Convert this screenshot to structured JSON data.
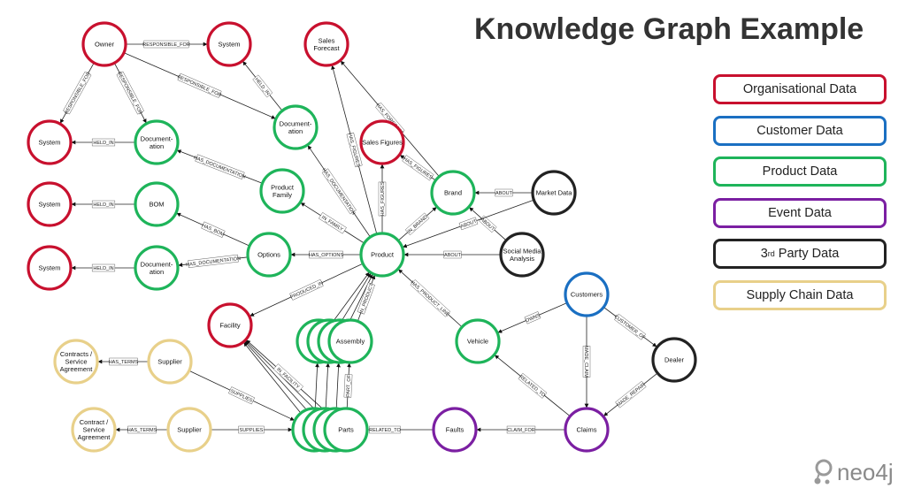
{
  "title": "Knowledge Graph Example",
  "colors": {
    "org": "#c8102e",
    "customer": "#1a6fc2",
    "product": "#1eb45a",
    "event": "#7b1fa2",
    "party": "#222222",
    "supply": "#e8d08a"
  },
  "legend": [
    {
      "key": "org",
      "label": "Organisational Data"
    },
    {
      "key": "customer",
      "label": "Customer Data"
    },
    {
      "key": "product",
      "label": "Product Data"
    },
    {
      "key": "event",
      "label": "Event Data"
    },
    {
      "key": "party",
      "label": "3",
      "sup": "rd",
      "rest": " Party Data"
    },
    {
      "key": "supply",
      "label": "Supply Chain Data"
    }
  ],
  "logo": {
    "text": "neo4j",
    "icon": "neo4j-logo-icon"
  },
  "nodes": [
    {
      "id": "owner",
      "label": [
        "Owner"
      ],
      "cat": "org"
    },
    {
      "id": "system_top",
      "label": [
        "System"
      ],
      "cat": "org"
    },
    {
      "id": "sales_forecast",
      "label": [
        "Sales",
        "Forecast"
      ],
      "cat": "org"
    },
    {
      "id": "system_1",
      "label": [
        "System"
      ],
      "cat": "org"
    },
    {
      "id": "documentation_1",
      "label": [
        "Document-",
        "ation"
      ],
      "cat": "product"
    },
    {
      "id": "documentation_c",
      "label": [
        "Document-",
        "ation"
      ],
      "cat": "product"
    },
    {
      "id": "sales_figures",
      "label": [
        "Sales Figures"
      ],
      "cat": "org"
    },
    {
      "id": "product_family",
      "label": [
        "Product",
        "Family"
      ],
      "cat": "product"
    },
    {
      "id": "brand",
      "label": [
        "Brand"
      ],
      "cat": "product"
    },
    {
      "id": "market_data",
      "label": [
        "Market Data"
      ],
      "cat": "party"
    },
    {
      "id": "system_2",
      "label": [
        "System"
      ],
      "cat": "org"
    },
    {
      "id": "bom",
      "label": [
        "BOM"
      ],
      "cat": "product"
    },
    {
      "id": "options",
      "label": [
        "Options"
      ],
      "cat": "product"
    },
    {
      "id": "product",
      "label": [
        "Product"
      ],
      "cat": "product"
    },
    {
      "id": "social_media",
      "label": [
        "Social Media",
        "Analysis"
      ],
      "cat": "party"
    },
    {
      "id": "system_3",
      "label": [
        "System"
      ],
      "cat": "org"
    },
    {
      "id": "documentation_3",
      "label": [
        "Document-",
        "ation"
      ],
      "cat": "product"
    },
    {
      "id": "customers",
      "label": [
        "Customers"
      ],
      "cat": "customer"
    },
    {
      "id": "facility",
      "label": [
        "Facility"
      ],
      "cat": "org"
    },
    {
      "id": "assembly",
      "label": [
        "Assembly"
      ],
      "cat": "product",
      "stack": 4
    },
    {
      "id": "vehicle",
      "label": [
        "Vehicle"
      ],
      "cat": "product"
    },
    {
      "id": "dealer",
      "label": [
        "Dealer"
      ],
      "cat": "party"
    },
    {
      "id": "contracts",
      "label": [
        "Contracts /",
        "Service",
        "Agreement"
      ],
      "cat": "supply"
    },
    {
      "id": "supplier_1",
      "label": [
        "Supplier"
      ],
      "cat": "supply"
    },
    {
      "id": "contract",
      "label": [
        "Contract /",
        "Service",
        "Agreement"
      ],
      "cat": "supply"
    },
    {
      "id": "supplier_2",
      "label": [
        "Supplier"
      ],
      "cat": "supply"
    },
    {
      "id": "parts",
      "label": [
        "Parts"
      ],
      "cat": "product",
      "stack": 4
    },
    {
      "id": "faults",
      "label": [
        "Faults"
      ],
      "cat": "event"
    },
    {
      "id": "claims",
      "label": [
        "Claims"
      ],
      "cat": "event"
    }
  ],
  "edges": [
    {
      "from": "owner",
      "to": "system_top",
      "label": "RESPONSIBLE_FOR"
    },
    {
      "from": "owner",
      "to": "system_1",
      "label": "RESPONSIBLE_FOR"
    },
    {
      "from": "owner",
      "to": "documentation_1",
      "label": "RESPONSIBLE_FOR"
    },
    {
      "from": "owner",
      "to": "documentation_c",
      "label": "RESPONSIBLE_FOR"
    },
    {
      "from": "documentation_c",
      "to": "system_top",
      "label": "HELD_IN"
    },
    {
      "from": "documentation_1",
      "to": "system_1",
      "label": "HELD_IN"
    },
    {
      "from": "bom",
      "to": "system_2",
      "label": "HELD_IN"
    },
    {
      "from": "documentation_3",
      "to": "system_3",
      "label": "HELD_IN"
    },
    {
      "from": "product_family",
      "to": "documentation_1",
      "label": "HAS_DOCUMENTATION"
    },
    {
      "from": "options",
      "to": "bom",
      "label": "HAS_BOM"
    },
    {
      "from": "options",
      "to": "documentation_3",
      "label": "HAS_DOCUMENTATION"
    },
    {
      "from": "product",
      "to": "options",
      "label": "HAS_OPTIONS"
    },
    {
      "from": "product",
      "to": "product_family",
      "label": "IN_FAMILY"
    },
    {
      "from": "product",
      "to": "documentation_c",
      "label": "HAS_DOCUMENTATION"
    },
    {
      "from": "product",
      "to": "sales_figures",
      "label": "HAS_FIGURES"
    },
    {
      "from": "product",
      "to": "sales_forecast",
      "label": "HAS_FIGURES"
    },
    {
      "from": "product",
      "to": "brand",
      "label": "IN_BRAND"
    },
    {
      "from": "brand",
      "to": "sales_figures",
      "label": "HAS_FIGURES"
    },
    {
      "from": "brand",
      "to": "sales_forecast",
      "label": "HAS_FORECAST"
    },
    {
      "from": "market_data",
      "to": "brand",
      "label": "ABOUT"
    },
    {
      "from": "social_media",
      "to": "brand",
      "label": "ABOUT"
    },
    {
      "from": "market_data",
      "to": "product",
      "label": "ABOUT"
    },
    {
      "from": "social_media",
      "to": "product",
      "label": "ABOUT"
    },
    {
      "from": "product",
      "to": "facility",
      "label": "PRODUCED_IN"
    },
    {
      "from": "assembly",
      "to": "product",
      "label": "IN_PRODUCT",
      "multi": 4
    },
    {
      "from": "vehicle",
      "to": "product",
      "label": "HAS_PRODUCT_LINE"
    },
    {
      "from": "customers",
      "to": "vehicle",
      "label": "OWNS"
    },
    {
      "from": "customers",
      "to": "dealer",
      "label": "CUSTOMER_OF"
    },
    {
      "from": "customers",
      "to": "claims",
      "label": "MADE_CLAIM"
    },
    {
      "from": "dealer",
      "to": "claims",
      "label": "MADE_REPAIR"
    },
    {
      "from": "claims",
      "to": "vehicle",
      "label": "RELATED_TO"
    },
    {
      "from": "claims",
      "to": "faults",
      "label": "CLAIM_FOR"
    },
    {
      "from": "faults",
      "to": "parts",
      "label": "RELATED_TO"
    },
    {
      "from": "parts",
      "to": "assembly",
      "label": "PART_OF",
      "multi": 4
    },
    {
      "from": "parts",
      "to": "facility",
      "label": "IN_FACILITY",
      "multi": 4
    },
    {
      "from": "supplier_1",
      "to": "contracts",
      "label": "HAS_TERMS"
    },
    {
      "from": "supplier_2",
      "to": "contract",
      "label": "HAS_TERMS"
    },
    {
      "from": "supplier_1",
      "to": "parts",
      "label": "SUPPLIES"
    },
    {
      "from": "supplier_2",
      "to": "parts",
      "label": "SUPPLIES"
    }
  ]
}
